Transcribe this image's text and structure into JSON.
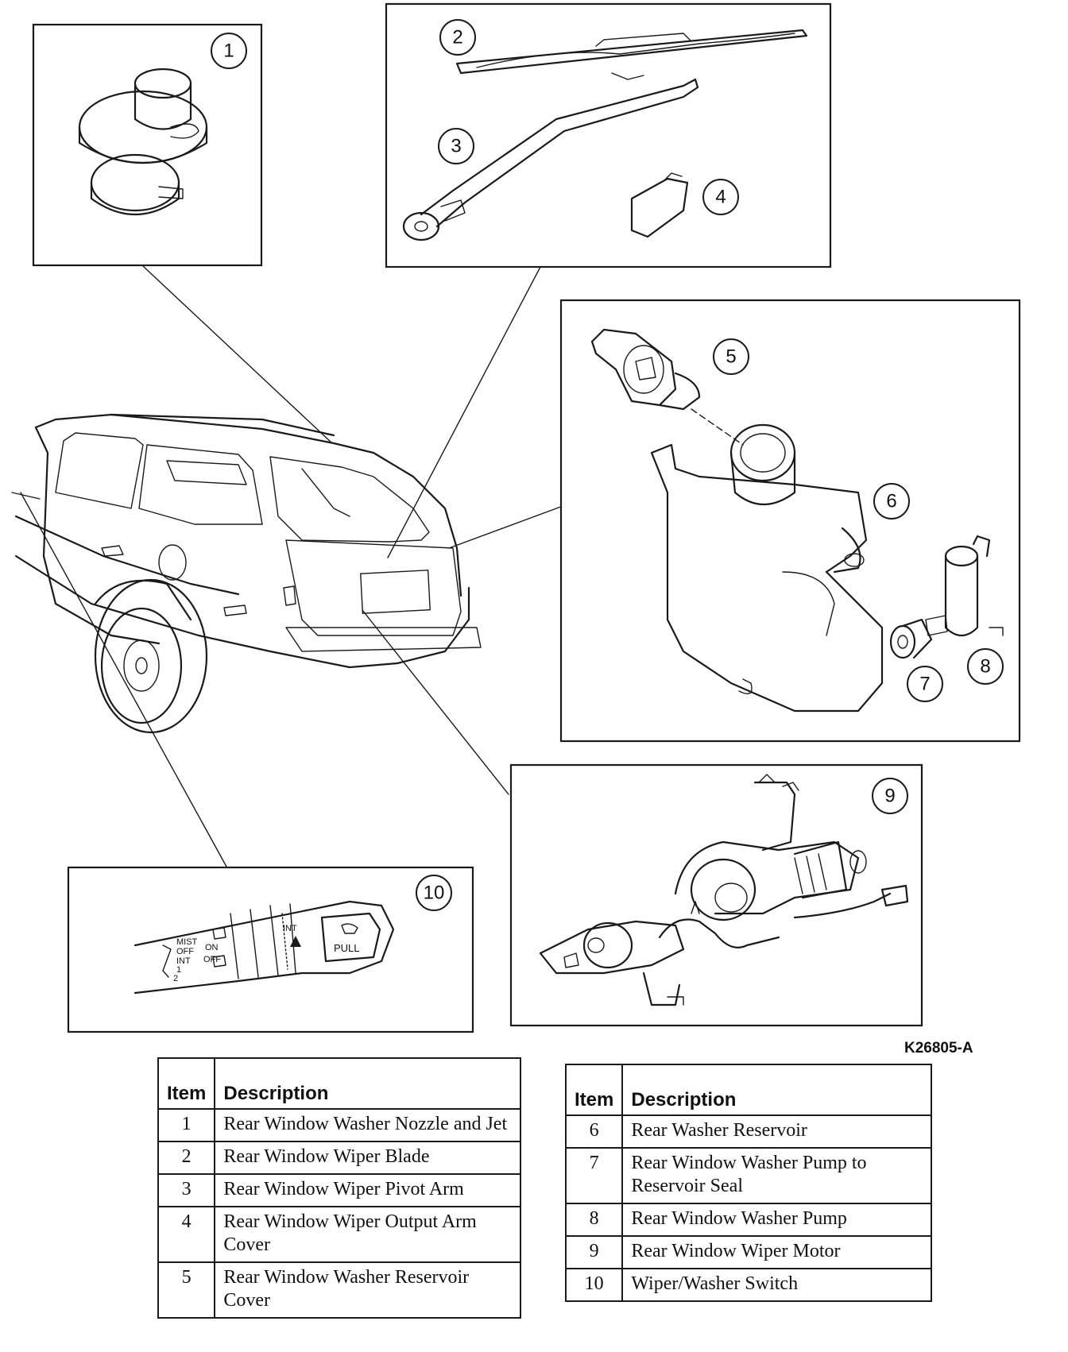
{
  "figure_code": "K26805-A",
  "callouts": [
    "1",
    "2",
    "3",
    "4",
    "5",
    "6",
    "7",
    "8",
    "9",
    "10"
  ],
  "switch_labels": {
    "left": [
      "MIST",
      "OFF",
      "INT",
      "1",
      "2"
    ],
    "middle": [
      "ON",
      "OFF"
    ],
    "int": "INT",
    "pull": "PULL"
  },
  "legend_left": {
    "headers": {
      "item": "Item",
      "description": "Description"
    },
    "rows": [
      {
        "item": "1",
        "description": "Rear Window Washer Nozzle and Jet"
      },
      {
        "item": "2",
        "description": "Rear Window Wiper Blade"
      },
      {
        "item": "3",
        "description": "Rear Window Wiper Pivot Arm"
      },
      {
        "item": "4",
        "description": "Rear Window Wiper Output Arm Cover"
      },
      {
        "item": "5",
        "description": "Rear Window Washer Reservoir Cover"
      }
    ]
  },
  "legend_right": {
    "headers": {
      "item": "Item",
      "description": "Description"
    },
    "rows": [
      {
        "item": "6",
        "description": "Rear Washer Reservoir"
      },
      {
        "item": "7",
        "description": "Rear Window Washer Pump to Reservoir Seal"
      },
      {
        "item": "8",
        "description": "Rear Window Washer Pump"
      },
      {
        "item": "9",
        "description": "Rear Window Wiper Motor"
      },
      {
        "item": "10",
        "description": "Wiper/Washer Switch"
      }
    ]
  }
}
